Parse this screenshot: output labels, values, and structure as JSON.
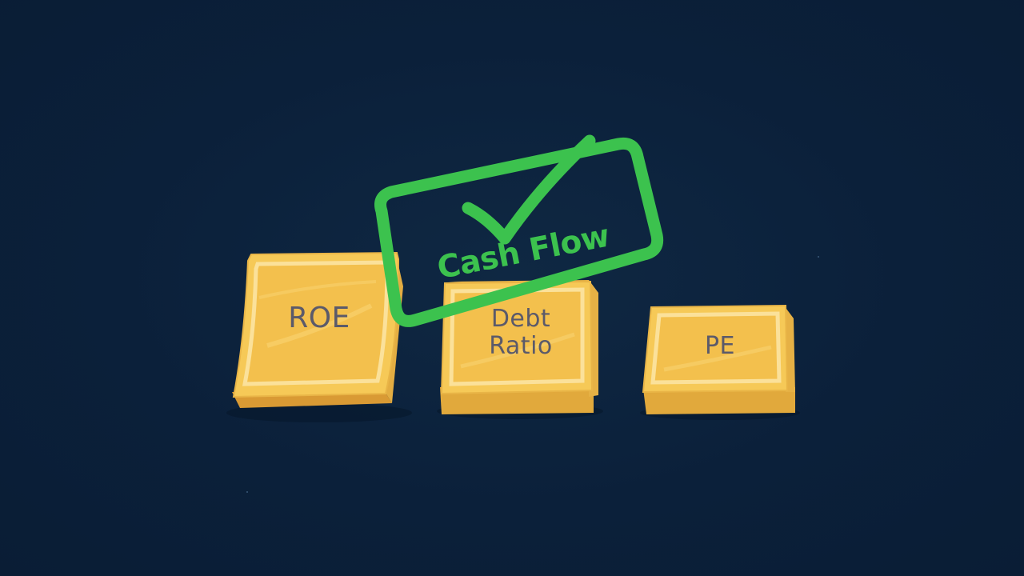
{
  "blocks": [
    {
      "id": "roe",
      "label": "ROE"
    },
    {
      "id": "debt",
      "label_line1": "Debt",
      "label_line2": "Ratio"
    },
    {
      "id": "pe",
      "label": "PE"
    }
  ],
  "stamp": {
    "text": "Cash Flow",
    "icon": "checkmark-icon",
    "color": "#3cc24e"
  },
  "colors": {
    "background": "#0c223d",
    "block_face": "#f6c957",
    "block_side": "#e1a93c",
    "block_border": "#fbe19a",
    "label_text": "#5b5a6a"
  }
}
